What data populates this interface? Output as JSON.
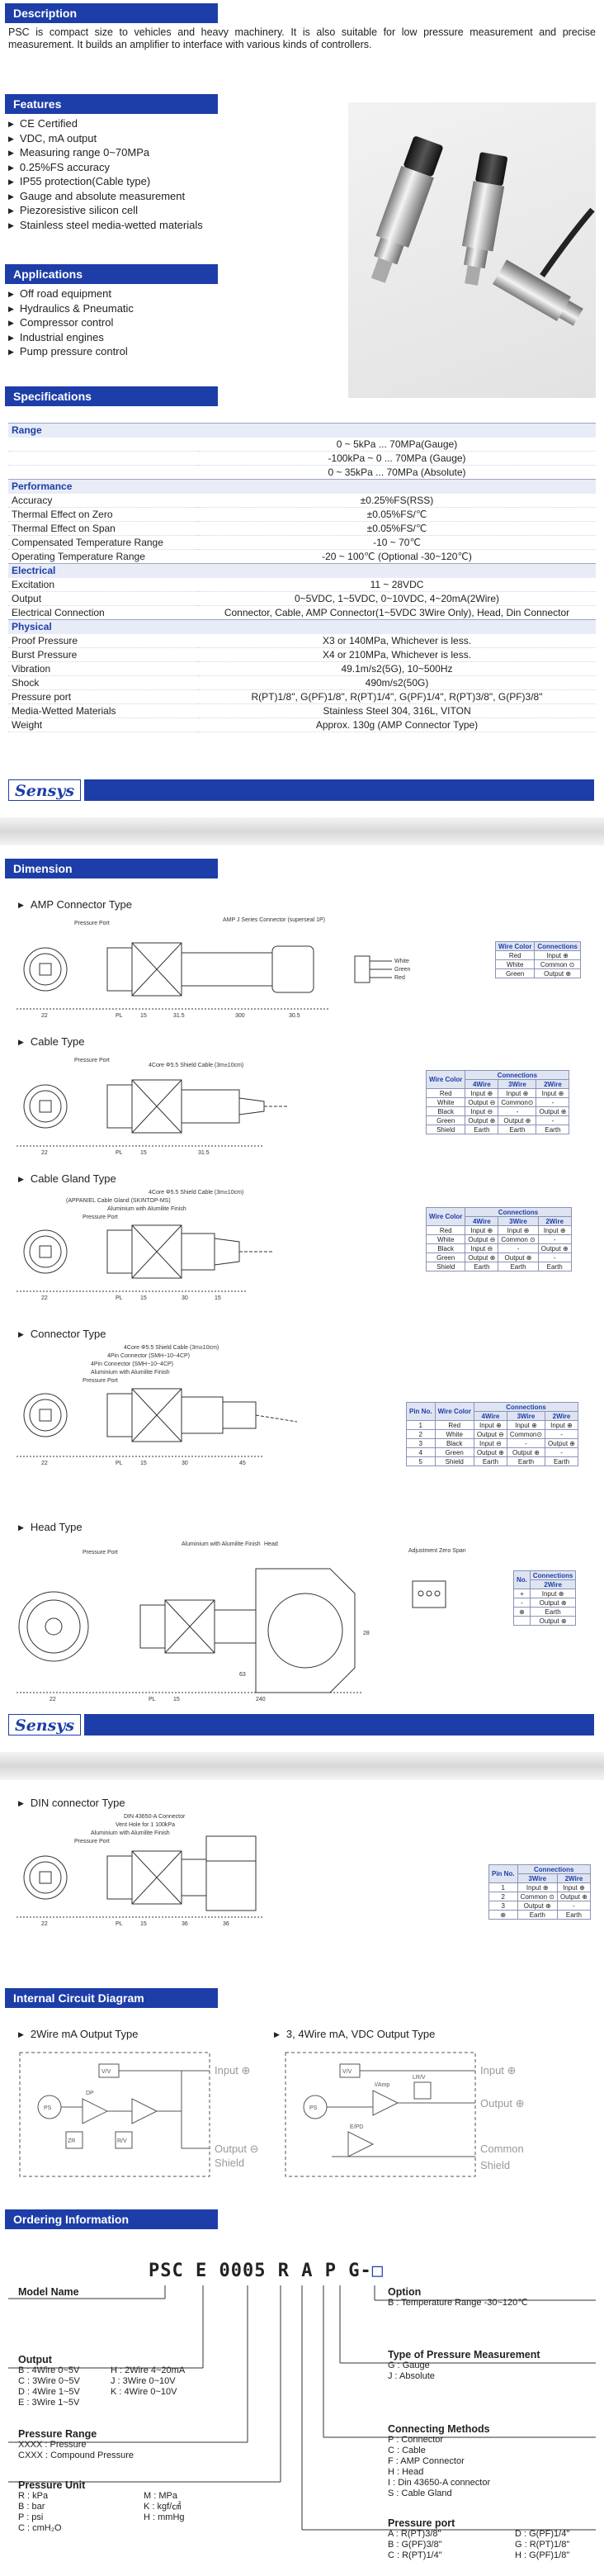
{
  "colors": {
    "brand": "#1d3ea8",
    "header_text": "#ffffff",
    "category_bg": "#e8ecf6"
  },
  "brand": {
    "logo": "Sensys"
  },
  "description": {
    "title": "Description",
    "text": "PSC is compact size to vehicles and heavy machinery. It is also suitable for low pressure measurement and precise measurement. It builds an amplifier to interface with various kinds of controllers."
  },
  "features": {
    "title": "Features",
    "items": [
      "CE Certified",
      "VDC, mA output",
      "Measuring range 0~70MPa",
      "0.25%FS accuracy",
      "IP55 protection(Cable type)",
      "Gauge and absolute measurement",
      "Piezoresistive silicon cell",
      "Stainless steel media-wetted materials"
    ]
  },
  "applications": {
    "title": "Applications",
    "items": [
      "Off road equipment",
      "Hydraulics & Pneumatic",
      "Compressor control",
      "Industrial engines",
      "Pump pressure control"
    ]
  },
  "specifications": {
    "title": "Specifications",
    "range": {
      "label": "Range",
      "lines": [
        "0 ~ 5kPa ... 70MPa(Gauge)",
        "-100kPa ~ 0 ... 70MPa (Gauge)",
        "0 ~ 35kPa ... 70MPa (Absolute)"
      ]
    },
    "performance": {
      "label": "Performance",
      "rows": [
        [
          "Accuracy",
          "±0.25%FS(RSS)"
        ],
        [
          "Thermal Effect on Zero",
          "±0.05%FS/℃"
        ],
        [
          "Thermal Effect on Span",
          "±0.05%FS/℃"
        ],
        [
          "Compensated Temperature Range",
          "-10 ~ 70℃"
        ],
        [
          "Operating Temperature Range",
          "-20 ~ 100℃ (Optional -30~120℃)"
        ]
      ]
    },
    "electrical": {
      "label": "Electrical",
      "rows": [
        [
          "Excitation",
          "11 ~ 28VDC"
        ],
        [
          "Output",
          "0~5VDC, 1~5VDC, 0~10VDC, 4~20mA(2Wire)"
        ],
        [
          "Electrical Connection",
          "Connector, Cable, AMP Connector(1~5VDC 3Wire Only), Head, Din Connector"
        ]
      ]
    },
    "physical": {
      "label": "Physical",
      "rows": [
        [
          "Proof Pressure",
          "X3 or 140MPa, Whichever is less."
        ],
        [
          "Burst Pressure",
          "X4 or 210MPa, Whichever is less."
        ],
        [
          "Vibration",
          "49.1m/s2(5G), 10~500Hz"
        ],
        [
          "Shock",
          "490m/s2(50G)"
        ],
        [
          "Pressure port",
          "R(PT)1/8\", G(PF)1/8\", R(PT)1/4\", G(PF)1/4\", R(PT)3/8\", G(PF)3/8\""
        ],
        [
          "Media-Wetted Materials",
          "Stainless Steel 304, 316L, VITON"
        ],
        [
          "Weight",
          "Approx. 130g (AMP Connector Type)"
        ]
      ]
    }
  },
  "dimension": {
    "title": "Dimension",
    "types": [
      "AMP Connector Type",
      "Cable Type",
      "Cable Gland Type",
      "Connector Type",
      "Head Type",
      "DIN connector Type"
    ],
    "amp_table": {
      "headers": [
        "Wire Color",
        "Connections"
      ],
      "rows": [
        [
          "Red",
          "Input ⊕"
        ],
        [
          "White",
          "Common ⊙"
        ],
        [
          "Green",
          "Output ⊕"
        ]
      ]
    },
    "cable_table": {
      "headers": [
        "Wire Color",
        "Connections",
        "4Wire",
        "3Wire",
        "2Wire"
      ],
      "rows": [
        [
          "Red",
          "Input ⊕",
          "Input ⊕",
          "Input ⊕"
        ],
        [
          "White",
          "Output ⊖",
          "Common⊙",
          "-"
        ],
        [
          "Black",
          "Input ⊖",
          "-",
          "Output ⊕"
        ],
        [
          "Green",
          "Output ⊕",
          "Output ⊕",
          "-"
        ],
        [
          "Shield",
          "Earth",
          "Earth",
          "Earth"
        ]
      ]
    },
    "gland_table": {
      "headers": [
        "Wire Color",
        "Connections",
        "4Wire",
        "3Wire",
        "2Wire"
      ],
      "rows": [
        [
          "Red",
          "Input ⊕",
          "Input ⊕",
          "Input ⊕"
        ],
        [
          "White",
          "Output ⊖",
          "Common ⊙",
          "-"
        ],
        [
          "Black",
          "Input ⊖",
          "-",
          "Output ⊕"
        ],
        [
          "Green",
          "Output ⊕",
          "Output ⊕",
          "-"
        ],
        [
          "Shield",
          "Earth",
          "Earth",
          "Earth"
        ]
      ]
    },
    "connector_table": {
      "headers": [
        "Pin No.",
        "Wire Color",
        "Connections",
        "4Wire",
        "3Wire",
        "2Wire"
      ],
      "rows": [
        [
          "1",
          "Red",
          "Input ⊕",
          "Input ⊕",
          "Input ⊕"
        ],
        [
          "2",
          "White",
          "Output ⊖",
          "Common⊙",
          "-"
        ],
        [
          "3",
          "Black",
          "Input ⊖",
          "-",
          "Output ⊕"
        ],
        [
          "4",
          "Green",
          "Output ⊕",
          "Output ⊕",
          "-"
        ],
        [
          "5",
          "Shield",
          "Earth",
          "Earth",
          "Earth"
        ]
      ]
    },
    "head_table": {
      "headers": [
        "No.",
        "Connections",
        "2Wire"
      ],
      "rows": [
        [
          "+",
          "Input ⊕"
        ],
        [
          "-",
          "Output ⊕"
        ],
        [
          "⊕",
          "Earth"
        ],
        [
          "",
          "Output ⊕"
        ]
      ]
    },
    "din_table": {
      "headers": [
        "Pin No.",
        "Connections",
        "3Wire",
        "2Wire"
      ],
      "rows": [
        [
          "1",
          "Input ⊕",
          "Input ⊕"
        ],
        [
          "2",
          "Common ⊙",
          "Output ⊕"
        ],
        [
          "3",
          "Output ⊕",
          "-"
        ],
        [
          "⊕",
          "Earth",
          "Earth"
        ]
      ]
    },
    "labels": {
      "pressure_port": "Pressure Port",
      "amp_connector": "AMP J Series Connector (superseal 1P)",
      "white": "White",
      "green": "Green",
      "red": "Red",
      "cable": "4Core Φ5.5 Shield Cable (3m±10cm)",
      "gland": "(APPANIEL Cable Gland (SKINTOP-MS)",
      "alum": "Aluminium with Alumilite Finish",
      "conn4": "4Pin Connector (SMH~10~4CP)",
      "head": "Head",
      "adjust": "Adjustment Zero Span",
      "din": "DIN 43650-A Connector",
      "vent": "Vent Hole for 1 100kPa",
      "dims": [
        "22",
        "PL",
        "15",
        "31.5",
        "300",
        "30.5",
        "30",
        "45",
        "63",
        "28",
        "240",
        "36"
      ]
    }
  },
  "circuit": {
    "title": "Internal Circuit Diagram",
    "left_title": "2Wire mA Output Type",
    "right_title": "3, 4Wire mA, VDC Output Type",
    "left_labels": [
      "Input ⊕",
      "Output ⊖",
      "Shield"
    ],
    "right_labels": [
      "Input ⊕",
      "Output ⊕",
      "Common",
      "Shield"
    ],
    "small": [
      "V/V",
      "ZR",
      "R/V",
      "PS",
      "DP",
      "E/PD",
      "I/Amp",
      "LR/V"
    ]
  },
  "ordering": {
    "title": "Ordering Information",
    "code": [
      "PSC",
      "E",
      "0005",
      "R",
      "A",
      "P",
      "G",
      "-",
      "□"
    ],
    "model_name": "Model Name",
    "output": {
      "title": "Output",
      "items": [
        "B : 4Wire 0~5V",
        "C : 3Wire 0~5V",
        "D : 4Wire 1~5V",
        "E : 3Wire 1~5V"
      ],
      "items2": [
        "H : 2Wire 4~20mA",
        "J : 3Wire 0~10V",
        "K : 4Wire 0~10V"
      ]
    },
    "pressure_range": {
      "title": "Pressure Range",
      "items": [
        "XXXX : Pressure",
        "CXXX : Compound Pressure"
      ]
    },
    "pressure_unit": {
      "title": "Pressure Unit",
      "items": [
        "R : kPa",
        "B : bar",
        "P : psi",
        "C : cmH₂O"
      ],
      "items2": [
        "M : MPa",
        "K : kgf/㎠",
        "H : mmHg"
      ]
    },
    "option": {
      "title": "Option",
      "items": [
        "B : Temperature Range -30~120℃"
      ]
    },
    "type": {
      "title": "Type of Pressure Measurement",
      "items": [
        "G : Gauge",
        "J : Absolute"
      ]
    },
    "connecting": {
      "title": "Connecting Methods",
      "items": [
        "P : Connector",
        "C : Cable",
        "F : AMP Connector",
        "H : Head",
        "I : Din 43650-A connector",
        "S : Cable Gland"
      ]
    },
    "port": {
      "title": "Pressure port",
      "items": [
        "A : R(PT)3/8\"",
        "B : G(PF)3/8\"",
        "C : R(PT)1/4\""
      ],
      "items2": [
        "D : G(PF)1/4\"",
        "G : R(PT)1/8\"",
        "H : G(PF)1/8\""
      ]
    }
  }
}
